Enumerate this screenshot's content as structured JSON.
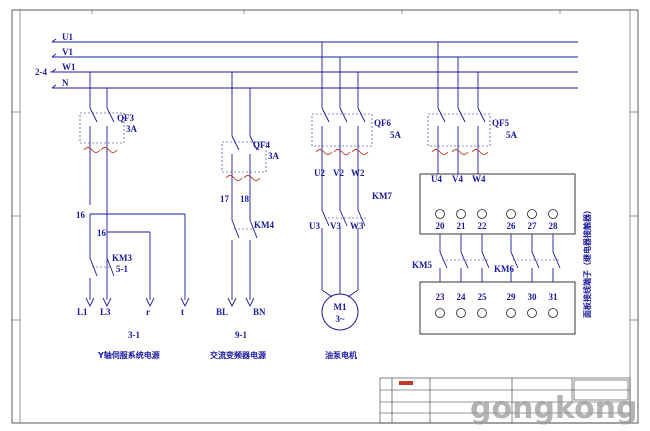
{
  "buses": {
    "u1": "U1",
    "v1": "V1",
    "w1": "W1",
    "n": "N",
    "group": "2-4"
  },
  "circuits": {
    "servo": {
      "breaker": "QF3",
      "breaker_rating": "3A",
      "wire_a": "16",
      "wire_b": "16",
      "contactor": "KM3",
      "contactor_ref": "5-1",
      "out_1": "L1",
      "out_2": "L3",
      "out_3": "r",
      "out_4": "t",
      "sheet_ref": "3-1",
      "caption": "Y轴伺服系统电源"
    },
    "inverter": {
      "breaker": "QF4",
      "breaker_rating": "3A",
      "wire_a": "17",
      "wire_b": "18",
      "contactor": "KM4",
      "out_1": "BL",
      "out_2": "BN",
      "sheet_ref": "9-1",
      "caption": "交流变频器电源"
    },
    "pump": {
      "breaker": "QF6",
      "breaker_rating": "5A",
      "t1": "U2",
      "t2": "V2",
      "t3": "W2",
      "contactor": "KM7",
      "m1": "U3",
      "m2": "V3",
      "m3": "W3",
      "motor": "M1",
      "motor_type": "3~",
      "caption": "油泵电机"
    },
    "terminal": {
      "breaker": "QF5",
      "breaker_rating": "5A",
      "t1": "U4",
      "t2": "V4",
      "t3": "W4",
      "row1": [
        "20",
        "21",
        "22",
        "26",
        "27",
        "28"
      ],
      "row2": [
        "23",
        "24",
        "25",
        "29",
        "30",
        "31"
      ],
      "contactor_a": "KM5",
      "contactor_b": "KM6",
      "caption": "面板接线端子（继电器接触器）"
    }
  },
  "title_block": {
    "watermark": "gongkong"
  },
  "colors": {
    "wire": "#1a1aa0",
    "breaker": "#c0392b",
    "frame": "#333333"
  }
}
